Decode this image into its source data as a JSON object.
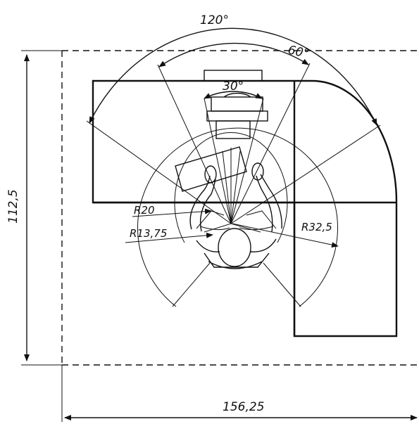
{
  "angles": {
    "wide": "120°",
    "medium": "60°",
    "narrow": "30°"
  },
  "radii": {
    "r20": "R20",
    "r13": "R13,75",
    "r32": "R32,5"
  },
  "dimensions": {
    "height": "112,5",
    "width": "156,25"
  }
}
